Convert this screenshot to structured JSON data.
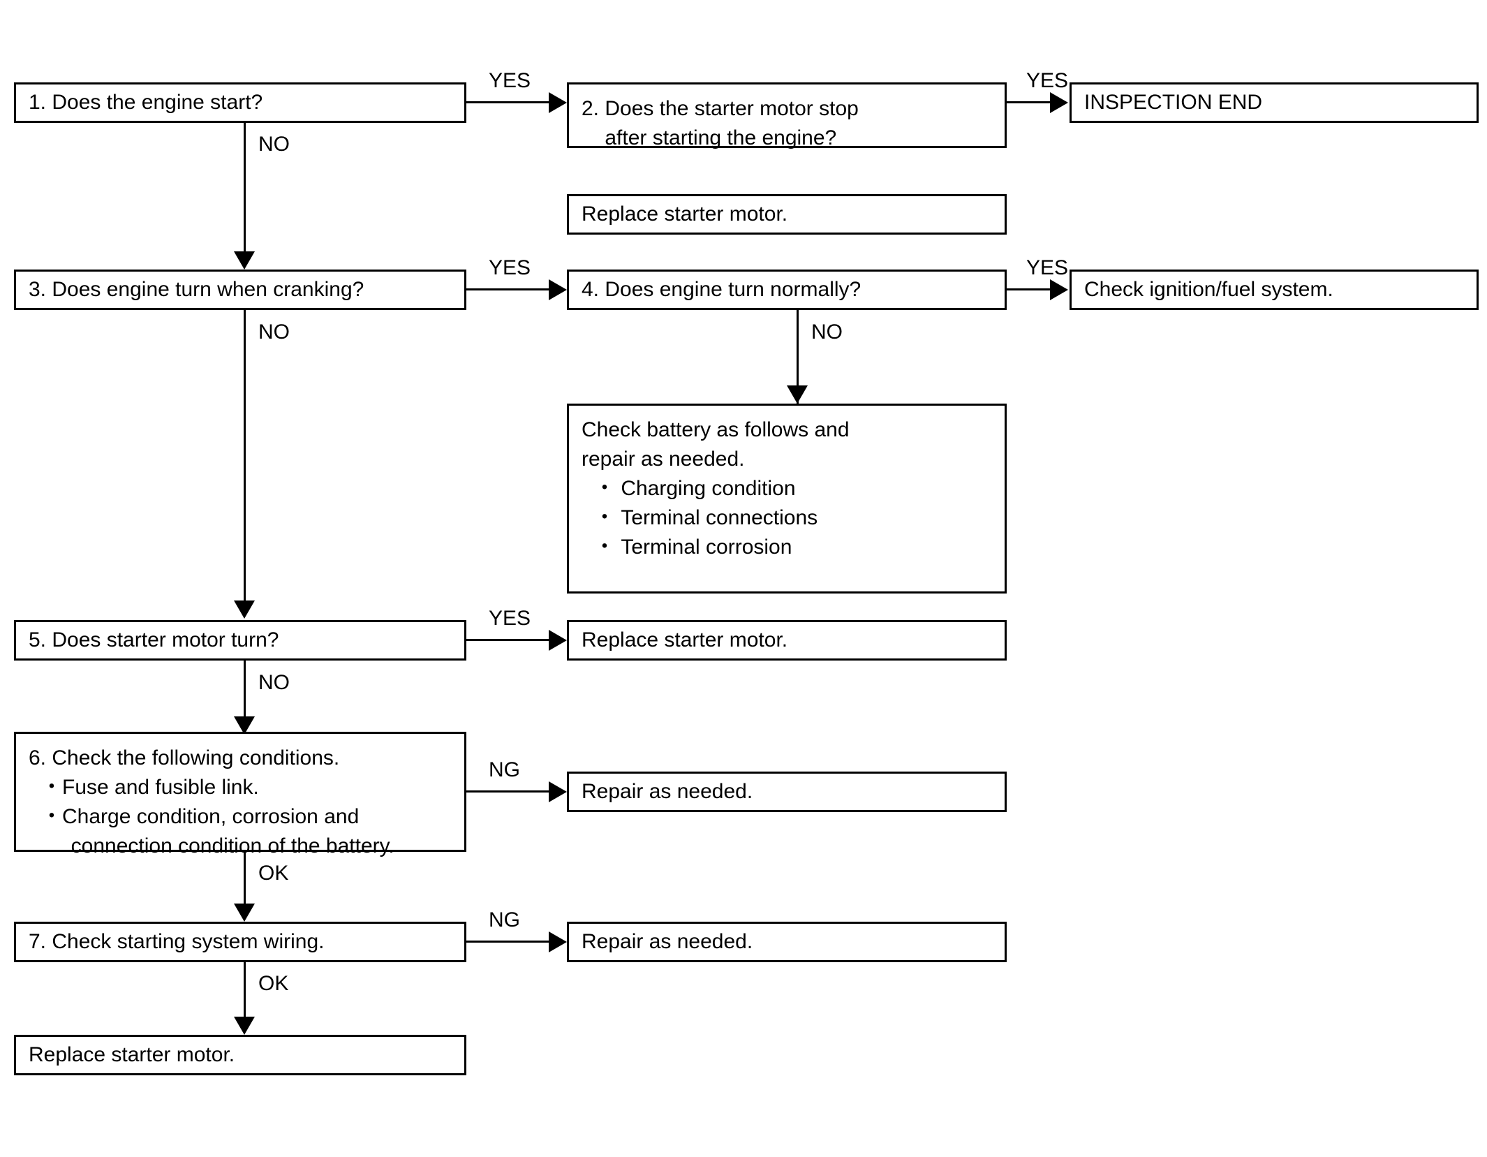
{
  "diagram": {
    "title": "Starting system diagnostic flowchart",
    "colors": {
      "stroke": "#000000",
      "background": "#ffffff",
      "text": "#000000"
    },
    "nodes": {
      "q1": {
        "lines": [
          "1. Does the engine start?"
        ]
      },
      "q2": {
        "lines": [
          "2. Does the starter motor stop",
          "    after starting the engine?"
        ]
      },
      "inspection_end": {
        "lines": [
          "INSPECTION END"
        ]
      },
      "replace_starter_1": {
        "lines": [
          "Replace starter motor."
        ]
      },
      "q3": {
        "lines": [
          "3. Does engine turn when cranking?"
        ]
      },
      "q4": {
        "lines": [
          "4. Does engine turn normally?"
        ]
      },
      "check_ignition_fuel": {
        "lines": [
          "Check ignition/fuel system."
        ]
      },
      "check_battery": {
        "lines": [
          "Check battery as follows and",
          "repair as needed.",
          "・ Charging condition",
          "・ Terminal connections",
          "・ Terminal corrosion"
        ]
      },
      "q5": {
        "lines": [
          "5. Does starter motor turn?"
        ]
      },
      "replace_starter_2": {
        "lines": [
          "Replace starter motor."
        ]
      },
      "q6": {
        "lines": [
          "6. Check the following conditions.",
          "・Fuse and fusible link.",
          "・Charge condition, corrosion and",
          "  connection condition of the battery."
        ]
      },
      "repair_as_needed_1": {
        "lines": [
          "Repair as needed."
        ]
      },
      "q7": {
        "lines": [
          "7. Check starting system wiring."
        ]
      },
      "repair_as_needed_2": {
        "lines": [
          "Repair as needed."
        ]
      },
      "replace_starter_3": {
        "lines": [
          "Replace starter motor."
        ]
      }
    },
    "edge_labels": {
      "q1_yes": "YES",
      "q1_no": "NO",
      "q2_yes": "YES",
      "q3_yes": "YES",
      "q3_no": "NO",
      "q4_yes": "YES",
      "q4_no": "NO",
      "q5_yes": "YES",
      "q5_no": "NO",
      "q6_ng": "NG",
      "q6_ok": "OK",
      "q7_ng": "NG",
      "q7_ok": "OK"
    }
  }
}
